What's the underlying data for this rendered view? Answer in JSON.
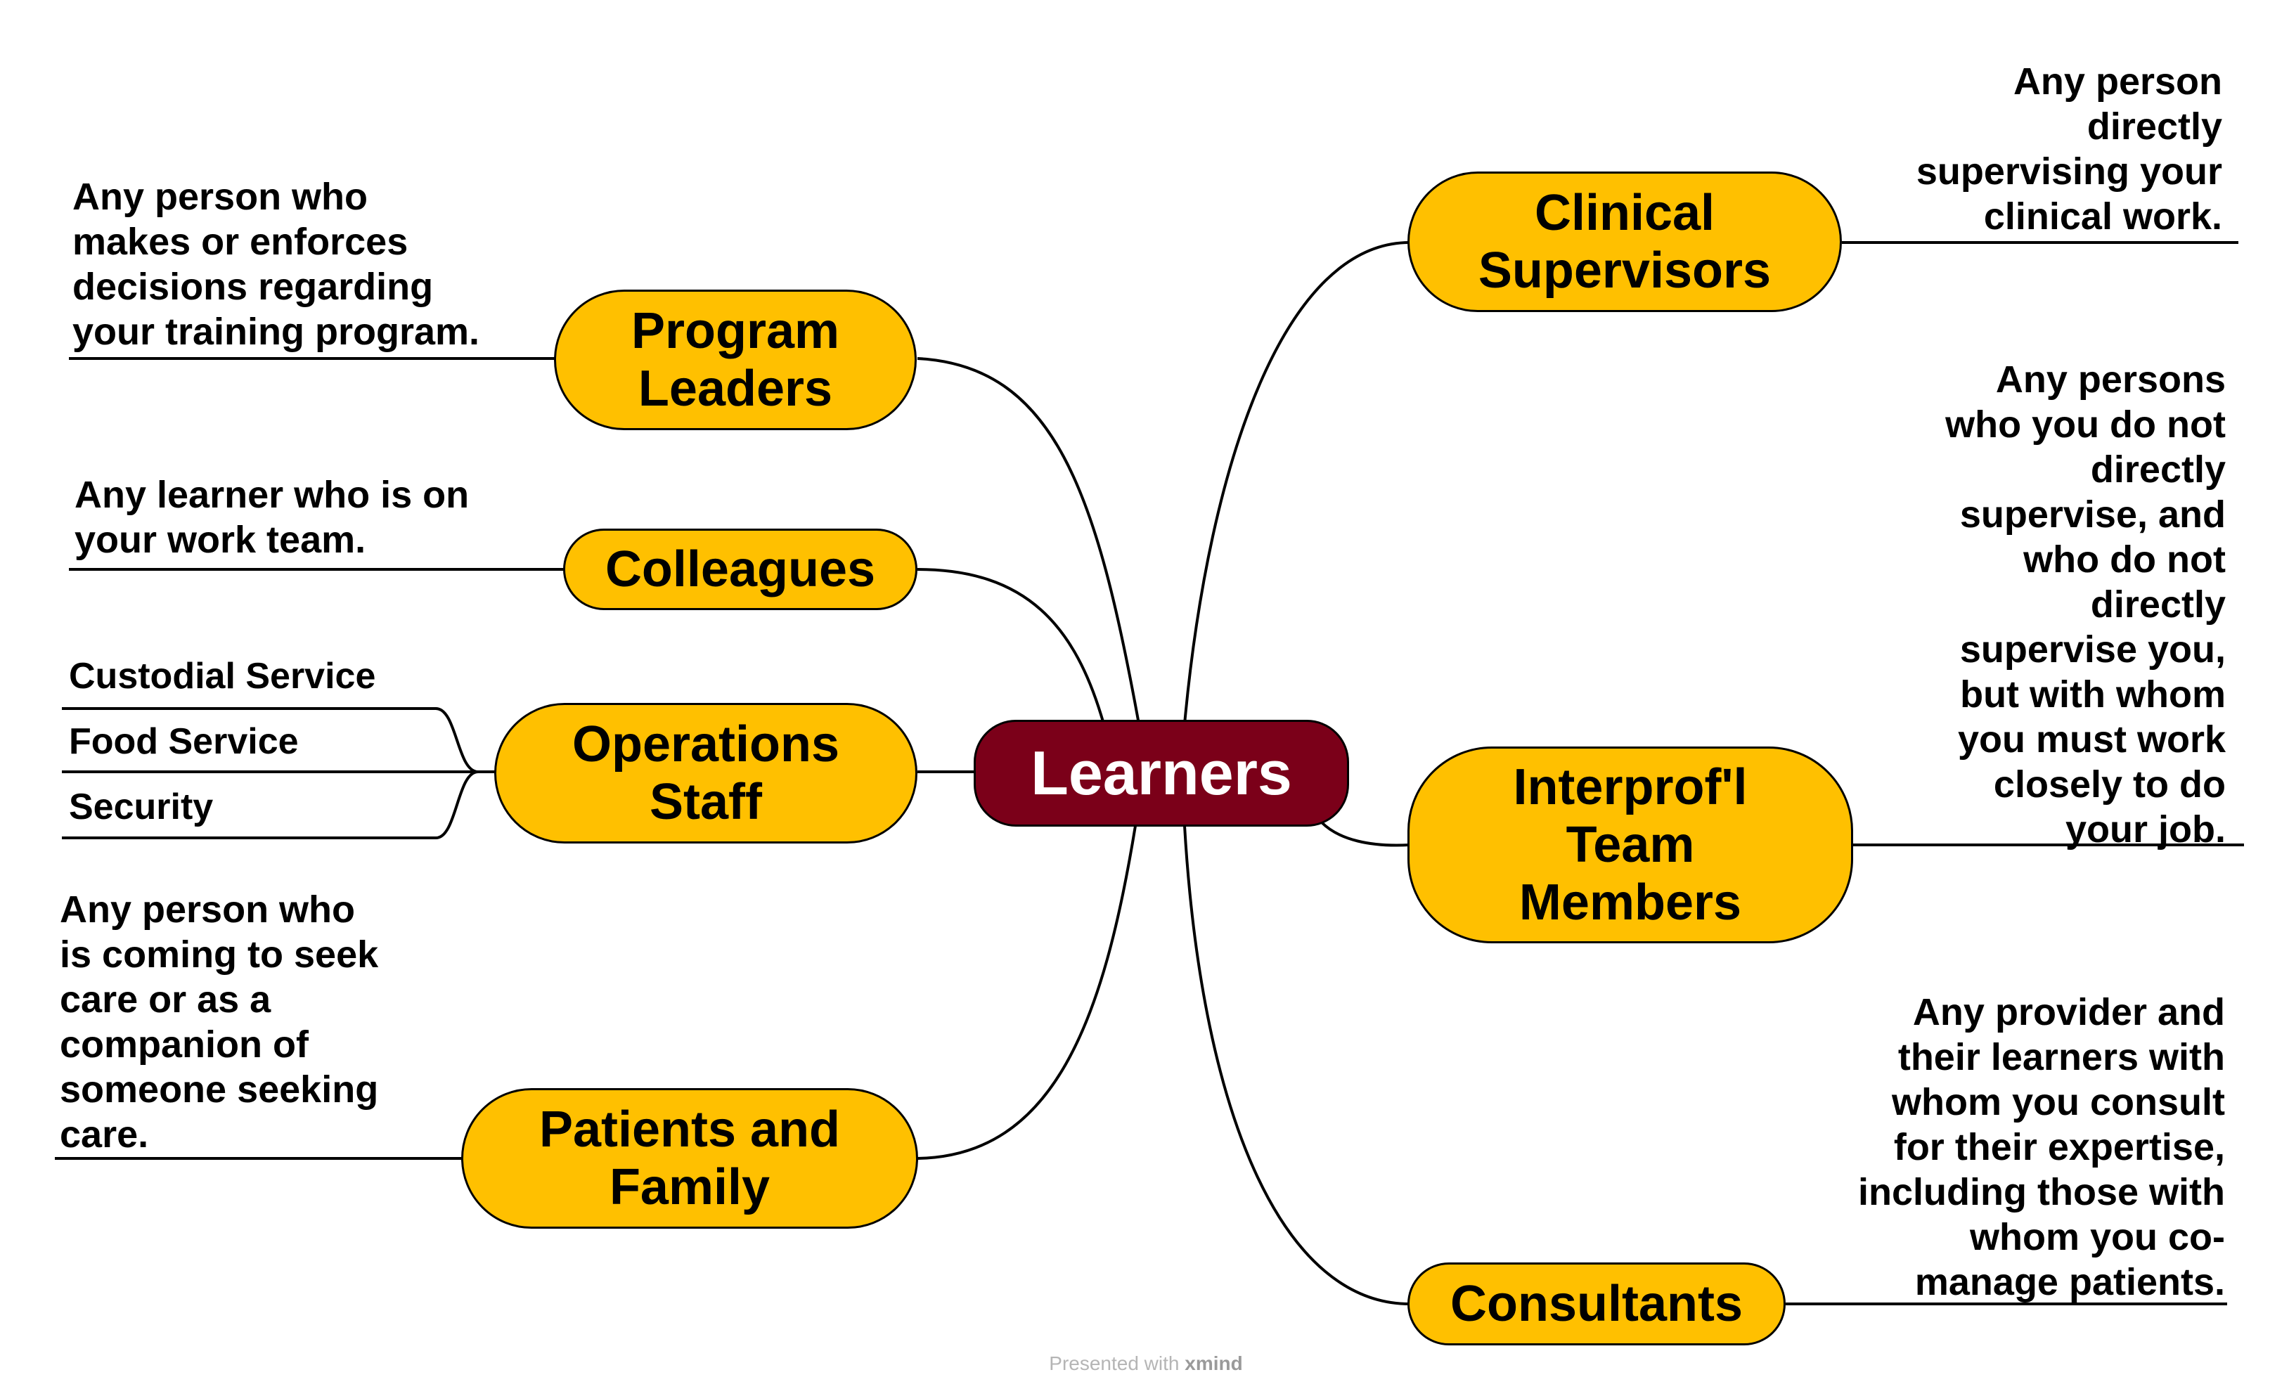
{
  "central": {
    "label": "Learners",
    "color": "#7b0019"
  },
  "branch_color": "#ffc000",
  "branches": {
    "program_leaders": {
      "label": "Program\nLeaders",
      "note": "Any person who\nmakes or enforces\ndecisions regarding\nyour training program."
    },
    "colleagues": {
      "label": "Colleagues",
      "note": "Any learner who is on\nyour work team."
    },
    "operations_staff": {
      "label": "Operations\nStaff",
      "subtopics": [
        "Custodial Service",
        "Food Service",
        "Security"
      ]
    },
    "patients_family": {
      "label": "Patients and\nFamily",
      "note": "Any person who\nis coming to seek\ncare or as a\ncompanion of\nsomeone seeking\ncare."
    },
    "clinical_supervisors": {
      "label": "Clinical\nSupervisors",
      "note": "Any person\ndirectly\nsupervising your\nclinical work."
    },
    "interprof_team": {
      "label": "Interprof'l\nTeam\nMembers",
      "note": "Any persons\nwho you do not\ndirectly\nsupervise, and\nwho do not\ndirectly\nsupervise you,\nbut with whom\nyou must work\nclosely to do\nyour job."
    },
    "consultants": {
      "label": "Consultants",
      "note": "Any provider and\ntheir learners with\nwhom you consult\nfor their expertise,\nincluding those with\nwhom you co-\nmanage patients."
    }
  },
  "footer": {
    "prefix": "Presented with",
    "brand": "xmind"
  }
}
